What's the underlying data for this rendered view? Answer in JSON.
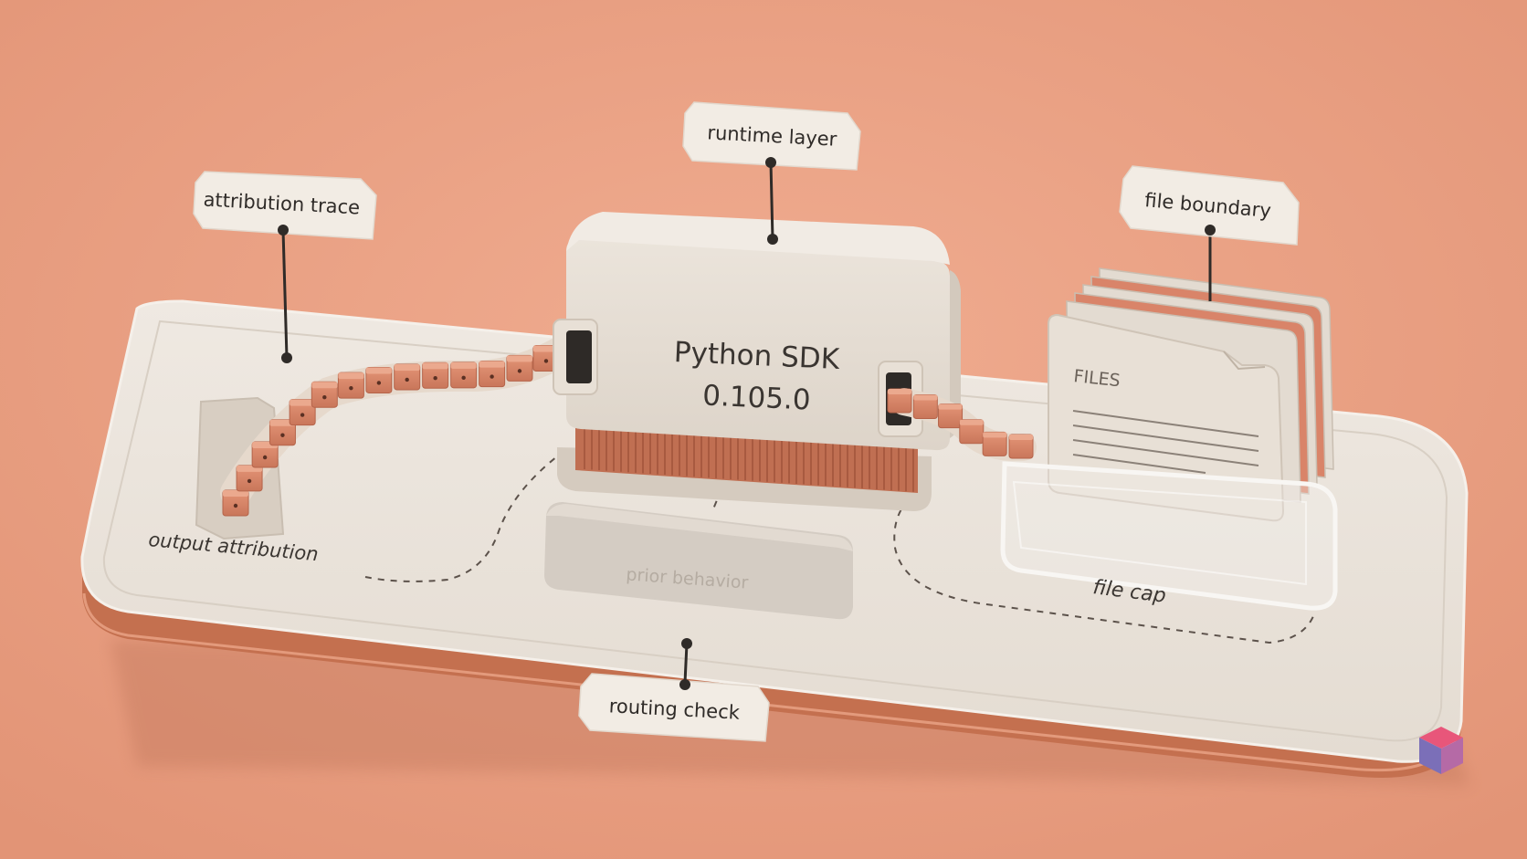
{
  "labels": {
    "attribution_trace": "attribution trace",
    "runtime_layer": "runtime layer",
    "file_boundary": "file boundary",
    "routing_check": "routing check"
  },
  "sdk_block": {
    "line1": "Python SDK",
    "line2": "0.105.0"
  },
  "platform_text": {
    "output_attribution": "output attribution",
    "prior_behavior": "prior behavior",
    "file_cap": "file cap"
  },
  "folder": {
    "tab_label": "FILES"
  },
  "colors": {
    "background": "#e9a184",
    "platform_top": "#ebe4dc",
    "platform_base": "#c9775b",
    "block": "#e6ded4",
    "token": "#d98469",
    "label_card": "#f2ece4",
    "ink": "#2f2b28"
  }
}
